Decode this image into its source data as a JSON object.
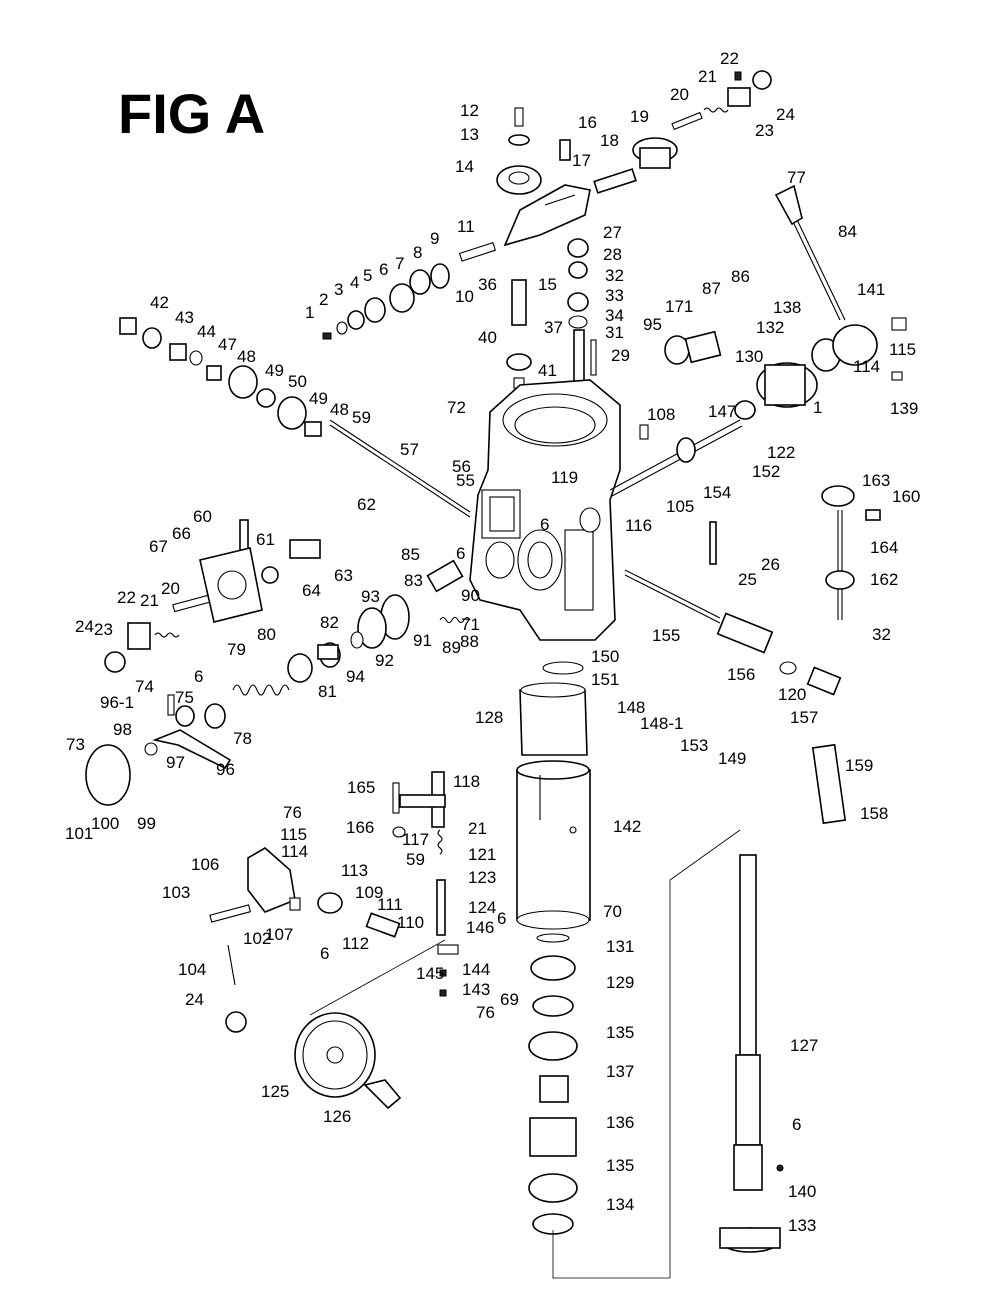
{
  "figure": {
    "title": "FIG A"
  },
  "labels": [
    "1",
    "2",
    "3",
    "4",
    "5",
    "6",
    "7",
    "8",
    "9",
    "10",
    "11",
    "12",
    "13",
    "14",
    "15",
    "16",
    "17",
    "18",
    "19",
    "20",
    "21",
    "22",
    "23",
    "24",
    "27",
    "28",
    "32",
    "33",
    "34",
    "31",
    "29",
    "36",
    "37",
    "40",
    "41",
    "42",
    "43",
    "44",
    "47",
    "48",
    "49",
    "50",
    "49",
    "48",
    "59",
    "57",
    "56",
    "55",
    "62",
    "72",
    "108",
    "119",
    "6",
    "116",
    "105",
    "154",
    "152",
    "122",
    "147",
    "95",
    "171",
    "87",
    "86",
    "138",
    "132",
    "130",
    "1",
    "77",
    "84",
    "141",
    "115",
    "114",
    "139",
    "163",
    "160",
    "164",
    "162",
    "32",
    "26",
    "25",
    "60",
    "66",
    "67",
    "61",
    "64",
    "63",
    "85",
    "6",
    "83",
    "90",
    "71",
    "88",
    "89",
    "91",
    "92",
    "93",
    "94",
    "82",
    "81",
    "80",
    "79",
    "78",
    "75",
    "74",
    "96-1",
    "6",
    "98",
    "97",
    "96",
    "73",
    "101",
    "100",
    "99",
    "20",
    "21",
    "22",
    "23",
    "24",
    "155",
    "156",
    "120",
    "157",
    "148",
    "148-1",
    "153",
    "149",
    "150",
    "151",
    "128",
    "142",
    "159",
    "158",
    "165",
    "118",
    "166",
    "117",
    "21",
    "121",
    "123",
    "124",
    "76",
    "115",
    "114",
    "106",
    "113",
    "109",
    "111",
    "110",
    "112",
    "6",
    "103",
    "102",
    "107",
    "104",
    "24",
    "125",
    "126",
    "59",
    "146",
    "144",
    "145",
    "143",
    "6",
    "70",
    "131",
    "129",
    "69",
    "76",
    "135",
    "137",
    "136",
    "135",
    "134",
    "127",
    "6",
    "140",
    "133"
  ]
}
